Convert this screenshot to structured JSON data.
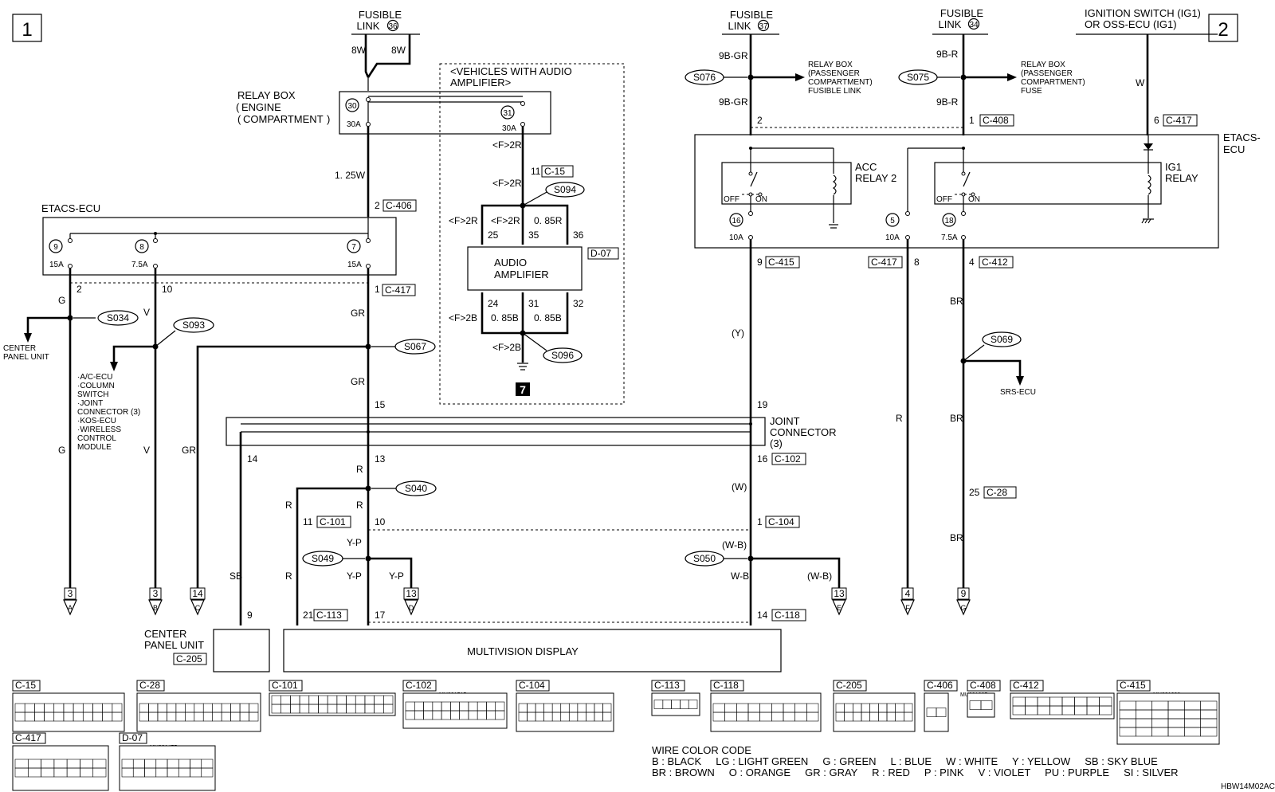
{
  "pages": {
    "left": "1",
    "right": "2"
  },
  "power": {
    "fl36": {
      "line1": "FUSIBLE",
      "line2": "LINK",
      "num": "36"
    },
    "fl37": {
      "line1": "FUSIBLE",
      "line2": "LINK",
      "num": "37"
    },
    "fl34": {
      "line1": "FUSIBLE",
      "line2": "LINK",
      "num": "34"
    },
    "ig1": {
      "line1": "IGNITION SWITCH (IG1)",
      "line2": "OR OSS-ECU (IG1)"
    }
  },
  "relay_box_engine": {
    "l1": "RELAY BOX",
    "l2": "ENGINE",
    "l3": "COMPARTMENT",
    "fuse30": "30",
    "fuse31": "31",
    "amp": "30A"
  },
  "audio_note": {
    "l1": "<VEHICLES WITH AUDIO",
    "l2": "AMPLIFIER>"
  },
  "audio_amp": {
    "l1": "AUDIO",
    "l2": "AMPLIFIER",
    "conn": "D-07",
    "ground": "7"
  },
  "etacs_left": {
    "title": "ETACS-ECU",
    "f9": "9",
    "f8": "8",
    "f7": "7",
    "a9": "15A",
    "a8": "7.5A",
    "a7": "15A"
  },
  "etacs_right": {
    "l1": "ETACS-",
    "l2": "ECU",
    "f16": "16",
    "f5": "5",
    "f18": "18",
    "a16": "10A",
    "a5": "10A",
    "a18": "7.5A"
  },
  "relays": {
    "acc": {
      "l1": "ACC",
      "l2": "RELAY 2"
    },
    "ig1": {
      "l1": "IG1",
      "l2": "RELAY"
    },
    "off": "OFF",
    "on": "ON"
  },
  "joint": {
    "l1": "JOINT",
    "l2": "CONNECTOR",
    "l3": "(3)"
  },
  "center_panel": {
    "l1": "CENTER",
    "l2": "PANEL UNIT",
    "conn": "C-205"
  },
  "mvd": "MULTIVISION DISPLAY",
  "wire_labels": {
    "w8w_a": "8W",
    "w8w_b": "8W",
    "w125": "1. 25W",
    "f2r_a": "<F>2R",
    "f2r_b": "<F>2R",
    "f2r_c": "<F>2R",
    "f2r_d": "<F>2R",
    "r085": "0. 85R",
    "f2b_a": "<F>2B",
    "b085a": "0. 85B",
    "b085b": "0. 85B",
    "f2b_b": "<F>2B",
    "g1": "G",
    "v1": "V",
    "gr1": "GR",
    "gr2": "GR",
    "g2": "G",
    "v2": "V",
    "gr3": "GR",
    "sb": "SB",
    "r1": "R",
    "r2": "R",
    "r3": "R",
    "r4": "R",
    "yp1": "Y-P",
    "yp2": "Y-P",
    "yp3": "Y-P",
    "b9gr1": "9B-GR",
    "b9gr2": "9B-GR",
    "b9r1": "9B-R",
    "b9r2": "9B-R",
    "w": "W",
    "y": "(Y)",
    "wp": "(W)",
    "wb1": "(W-B)",
    "wb2": "W-B",
    "wb3": "(W-B)",
    "rr": "R",
    "br1": "BR",
    "br2": "BR",
    "br3": "BR"
  },
  "connectors": {
    "c406": "C-406",
    "c417": "C-417",
    "c15": "C-15",
    "c101": "C-101",
    "c113": "C-113",
    "c408": "C-408",
    "c417b": "C-417",
    "c415": "C-415",
    "c417c": "C-417",
    "c412": "C-412",
    "c102": "C-102",
    "c104": "C-104",
    "c118": "C-118",
    "c28": "C-28"
  },
  "pins": {
    "p2": "2",
    "p10": "10",
    "p1": "1",
    "p2b": "2",
    "p11": "11",
    "p25": "25",
    "p35": "35",
    "p36": "36",
    "p24": "24",
    "p31": "31",
    "p32": "32",
    "p15": "15",
    "p14": "14",
    "p13": "13",
    "p11b": "11",
    "p10b": "10",
    "p21": "21",
    "p17": "17",
    "p9": "9",
    "r2": "2",
    "r1": "1",
    "r6": "6",
    "r9": "9",
    "r8": "8",
    "r4": "4",
    "r19": "19",
    "r16": "16",
    "r1b": "1",
    "r14": "14",
    "r25": "25"
  },
  "splices": {
    "s034": "S034",
    "s093": "S093",
    "s067": "S067",
    "s094": "S094",
    "s096": "S096",
    "s040": "S040",
    "s049": "S049",
    "s076": "S076",
    "s075": "S075",
    "s069": "S069",
    "s050": "S050"
  },
  "destinations": {
    "cpu": {
      "l1": "CENTER",
      "l2": "PANEL UNIT"
    },
    "list": [
      "·A/C-ECU",
      "·COLUMN",
      "  SWITCH",
      "·JOINT",
      "  CONNECTOR (3)",
      "·KOS-ECU",
      "·WIRELESS",
      "  CONTROL",
      "  MODULE"
    ],
    "rb_pass_fl": [
      "RELAY BOX",
      "(PASSENGER",
      "COMPARTMENT)",
      "FUSIBLE LINK"
    ],
    "rb_pass_fuse": [
      "RELAY BOX",
      "(PASSENGER",
      "COMPARTMENT)",
      "FUSE"
    ],
    "srs": "SRS-ECU"
  },
  "offpage": [
    {
      "num": "3",
      "letter": "A"
    },
    {
      "num": "3",
      "letter": "B"
    },
    {
      "num": "14",
      "letter": "C"
    },
    {
      "num": "13",
      "letter": "D"
    },
    {
      "num": "13",
      "letter": "E"
    },
    {
      "num": "4",
      "letter": "F"
    },
    {
      "num": "9",
      "letter": "G"
    }
  ],
  "connector_views": [
    {
      "id": "C-15"
    },
    {
      "id": "C-28"
    },
    {
      "id": "C-101"
    },
    {
      "id": "C-102",
      "sub": "MU801515"
    },
    {
      "id": "C-104"
    },
    {
      "id": "C-113"
    },
    {
      "id": "C-118"
    },
    {
      "id": "C-205"
    },
    {
      "id": "C-406",
      "sub": "MU801325"
    },
    {
      "id": "C-408"
    },
    {
      "id": "C-412"
    },
    {
      "id": "C-415",
      "sub": "MU801890"
    },
    {
      "id": "C-417"
    },
    {
      "id": "D-07",
      "sub": "MU801455"
    }
  ],
  "wire_color_code": {
    "title": "WIRE COLOR CODE",
    "line1": "B : BLACK     LG : LIGHT GREEN     G : GREEN     L : BLUE     W : WHITE     Y : YELLOW     SB : SKY BLUE",
    "line2": "BR : BROWN     O : ORANGE     GR : GRAY     R : RED     P : PINK     V : VIOLET     PU : PURPLE     SI : SILVER"
  },
  "code": "HBW14M02AC"
}
